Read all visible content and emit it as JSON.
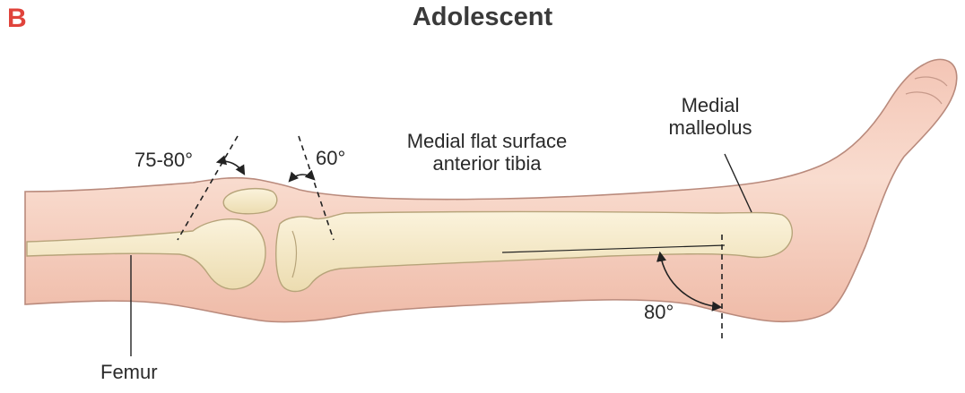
{
  "panel_letter": "B",
  "title": "Adolescent",
  "labels": {
    "angle_knee": "75-80°",
    "angle_tibia": "60°",
    "flat_surface_line1": "Medial flat surface",
    "flat_surface_line2": "anterior tibia",
    "malleolus_line1": "Medial",
    "malleolus_line2": "malleolus",
    "angle_ankle": "80°",
    "femur": "Femur"
  },
  "colors": {
    "panel_letter": "#e0433b",
    "skin": "#f6cfc0",
    "skin_outline": "#b98a7c",
    "bone": "#f7ebc9",
    "bone_outline": "#b7a47a"
  }
}
